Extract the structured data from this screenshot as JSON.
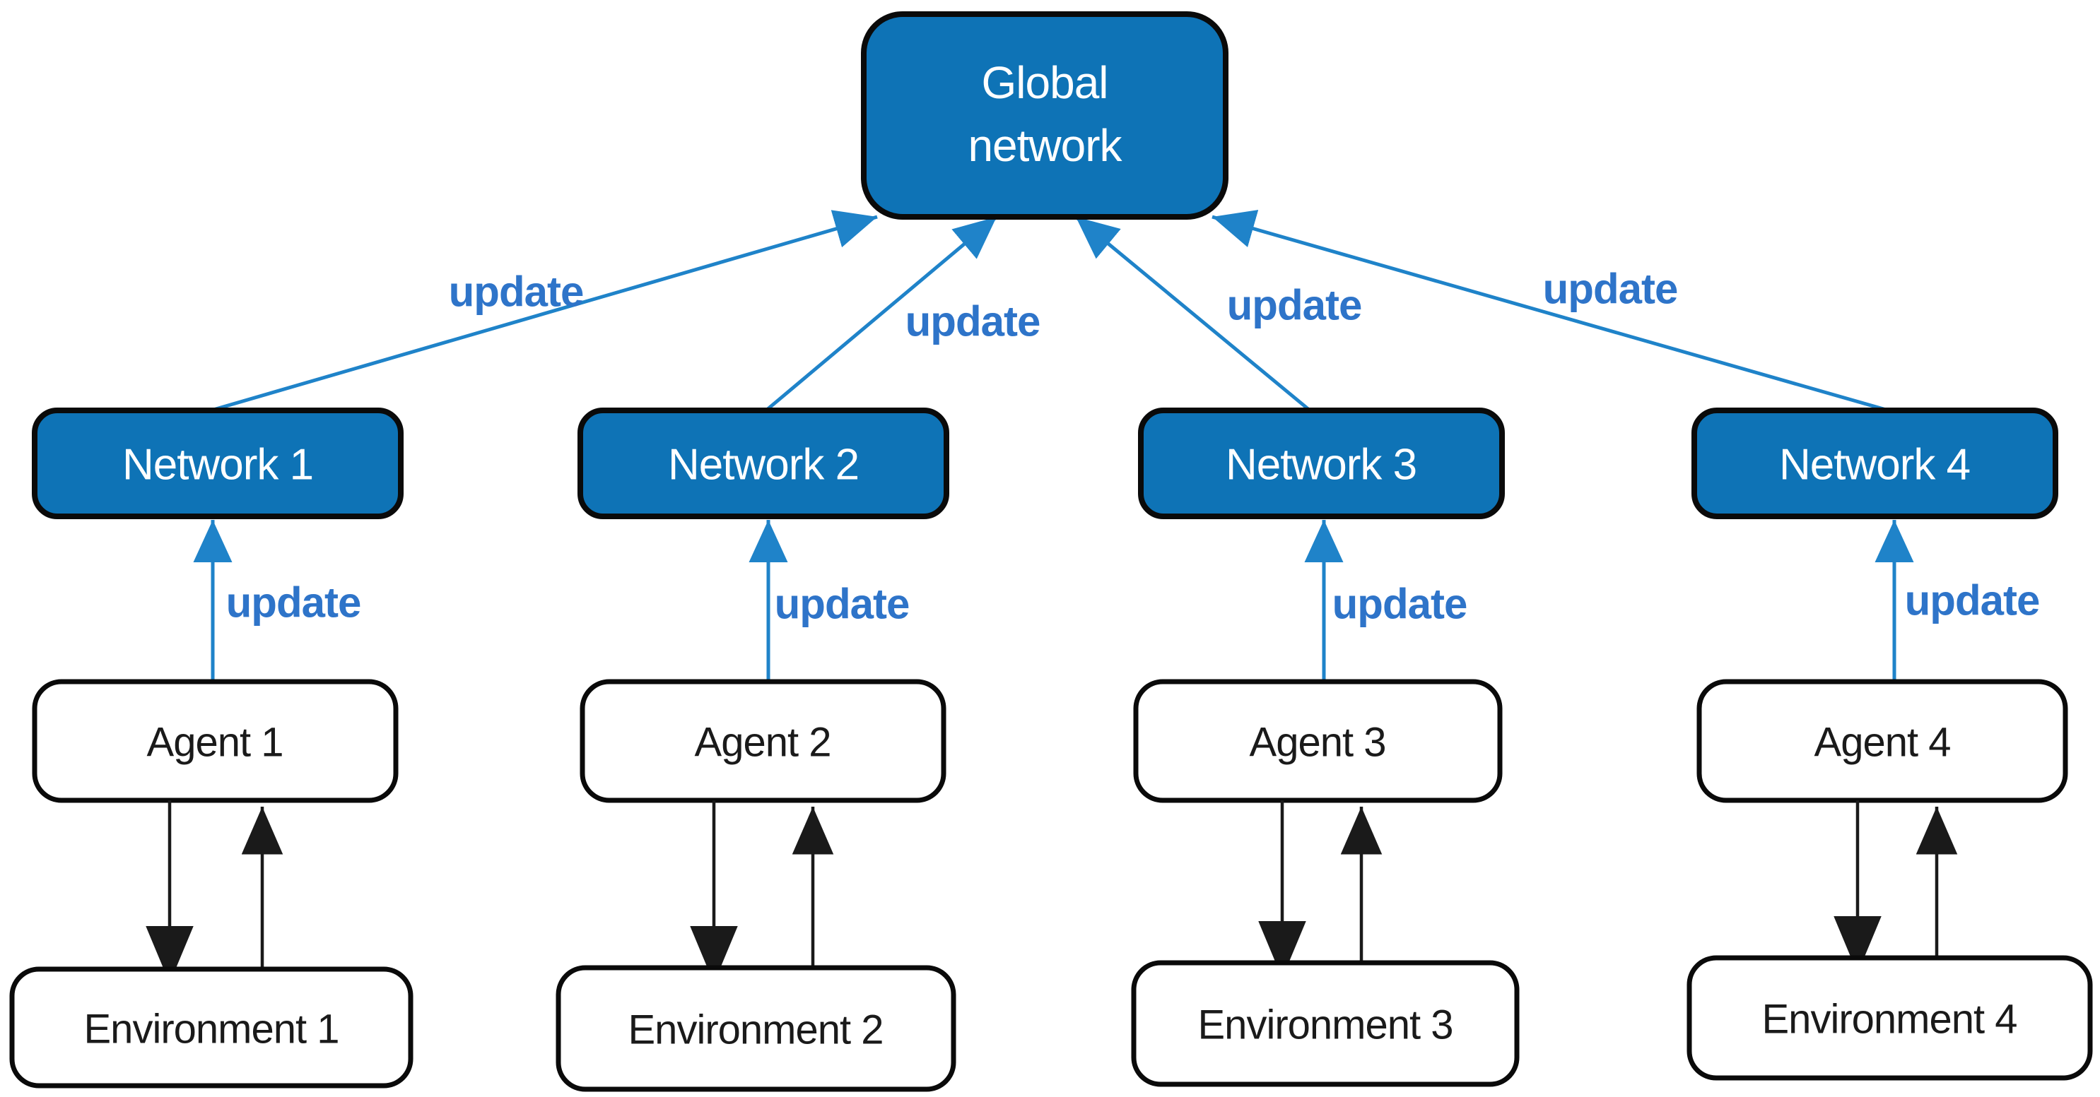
{
  "figure": {
    "description": "Distributed reinforcement learning architecture diagram: four agent/environment pairs update local networks, which update a global network",
    "colors": {
      "node_fill_blue": "#0e73b6",
      "node_border": "#0a0a0a",
      "white_node_fill": "#ffffff",
      "blue_arrow": "#1f83c9",
      "update_label_blue": "#2e74c9",
      "black_arrow": "#1a1a1a",
      "background": "#ffffff"
    },
    "global_node": {
      "line1": "Global",
      "line2": "network"
    },
    "columns": [
      {
        "network_label": "Network 1",
        "agent_label": "Agent 1",
        "environment_label": "Environment 1",
        "network_update_label": "update",
        "agent_update_label": "update"
      },
      {
        "network_label": "Network 2",
        "agent_label": "Agent 2",
        "environment_label": "Environment 2",
        "network_update_label": "update",
        "agent_update_label": "update"
      },
      {
        "network_label": "Network 3",
        "agent_label": "Agent 3",
        "environment_label": "Environment 3",
        "network_update_label": "update",
        "agent_update_label": "update"
      },
      {
        "network_label": "Network 4",
        "agent_label": "Agent 4",
        "environment_label": "Environment 4",
        "network_update_label": "update",
        "agent_update_label": "update"
      }
    ]
  }
}
